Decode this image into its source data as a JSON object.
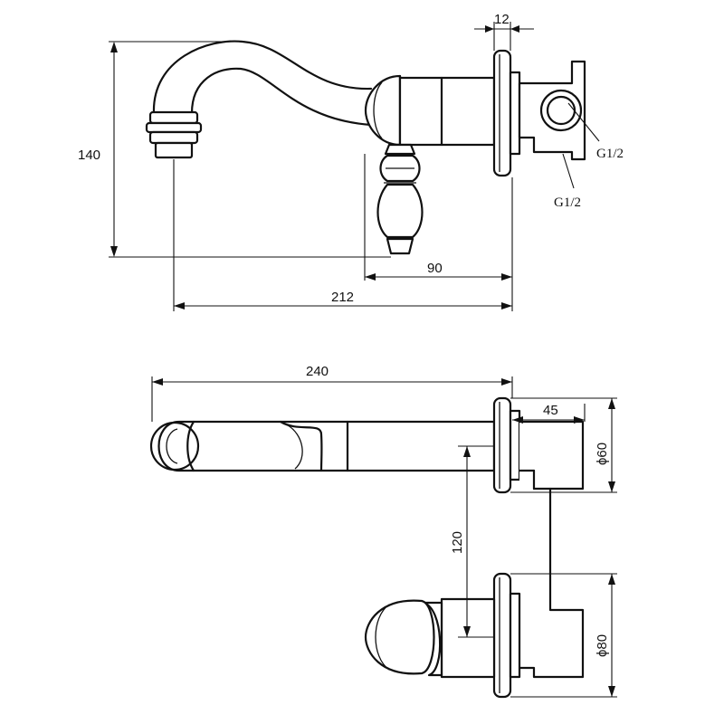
{
  "dimensions": {
    "spout_width": "12",
    "height": "140",
    "inlet_top": "G1/2",
    "inlet_side": "G1/2",
    "handle_offset": "90",
    "reach_side": "212",
    "reach_top": "240",
    "body_depth": "45",
    "flange_spout": "ϕ60",
    "center_distance": "120",
    "flange_handle": "ϕ80"
  }
}
